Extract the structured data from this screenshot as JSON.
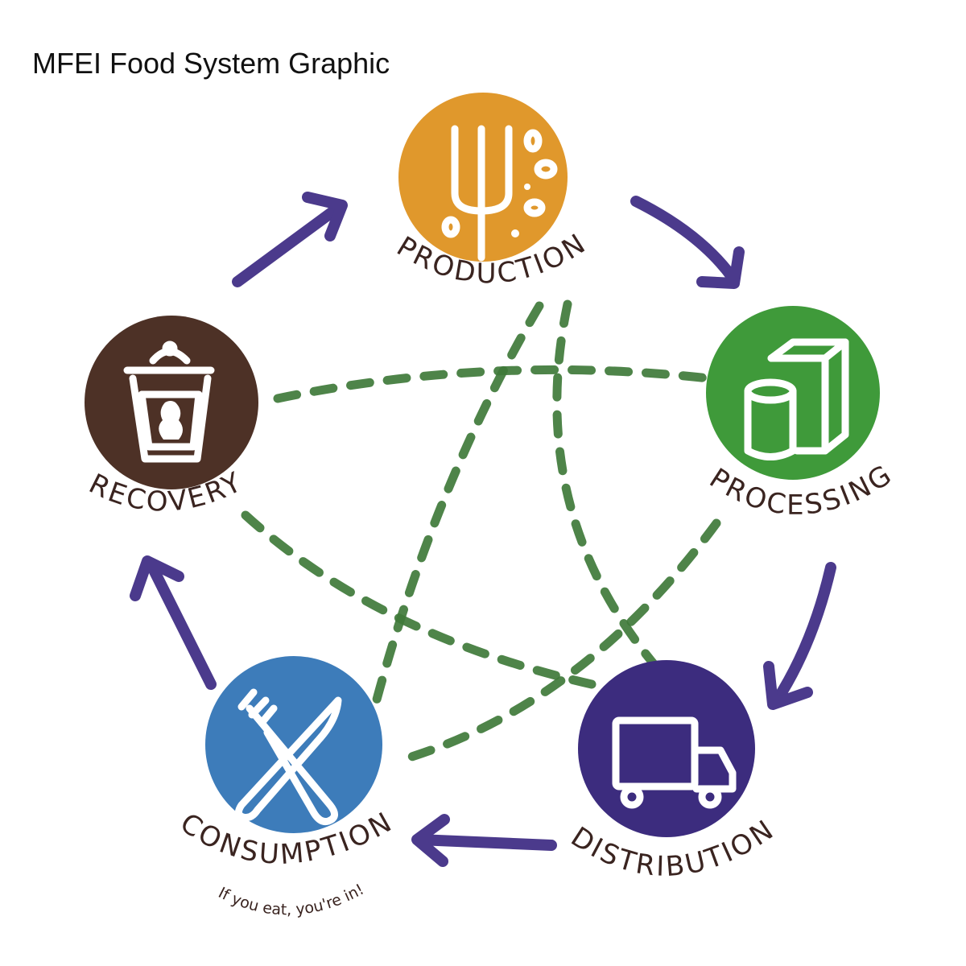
{
  "title": "MFEI Food System Graphic",
  "nodes": {
    "production": {
      "label": "PRODUCTION",
      "color": "#e0982c",
      "icon": "pitchfork-icon"
    },
    "processing": {
      "label": "PROCESSING",
      "color": "#3f9a3a",
      "icon": "packaged-food-icon"
    },
    "distribution": {
      "label": "DISTRIBUTION",
      "color": "#3c2c7e",
      "icon": "truck-icon"
    },
    "consumption": {
      "label": "CONSUMPTION",
      "tagline": "If you eat, you're in!",
      "color": "#3d7cba",
      "icon": "fork-knife-icon"
    },
    "recovery": {
      "label": "RECOVERY",
      "color": "#4d3126",
      "icon": "compost-bin-icon"
    }
  },
  "colors": {
    "arrow": "#4b3a8c",
    "connector": "#3f7a3a",
    "label": "#3a2420"
  }
}
